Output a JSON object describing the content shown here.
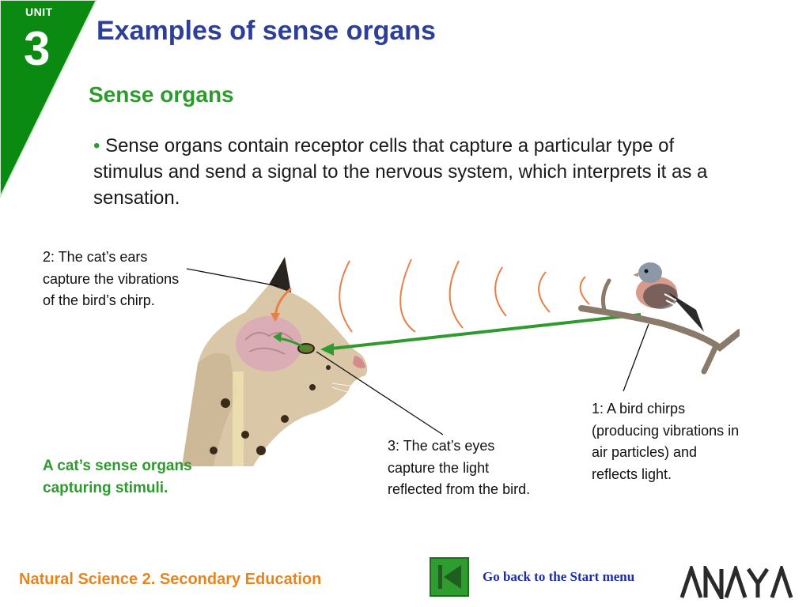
{
  "unit": {
    "label": "UNIT",
    "number": "3"
  },
  "title": "Examples of sense organs",
  "subtitle": "Sense organs",
  "body": {
    "bullet": "•",
    "text": " Sense organs contain receptor cells that capture a particular type of stimulus and send a signal to the nervous system, which interprets it as a sensation."
  },
  "figure": {
    "label_2": "2: The cat’s ears capture the vibrations of the bird’s chirp.",
    "label_3": "3: The cat’s eyes capture the light reflected from the bird.",
    "label_1": "1: A bird chirps (producing vibrations in air particles) and reflects light.",
    "caption": "A cat’s sense organs capturing stimuli."
  },
  "footer": {
    "course": "Natural Science 2. Secondary Education",
    "back_link": "Go back to the Start menu",
    "brand": "ANAYA"
  },
  "colors": {
    "unit_green": "#0a8a10",
    "title_blue": "#2e3f98",
    "accent_green": "#2e9a2e",
    "footer_orange": "#e8841b",
    "link_blue": "#1a2cb0",
    "wave_orange": "#e8804a"
  },
  "icons": {
    "home_button": "skip-to-start-icon"
  }
}
